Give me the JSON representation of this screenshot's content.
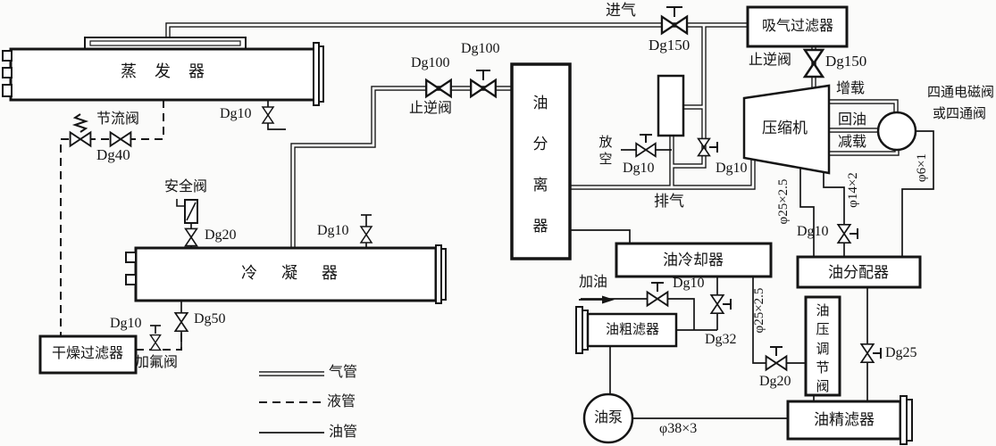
{
  "legend": {
    "gas": "气管",
    "liquid": "液管",
    "oil": "油管"
  },
  "equipment": {
    "evaporator": "蒸发器",
    "condenser": "冷凝器",
    "oil_separator": "油分离器",
    "suction_filter": "吸气过滤器",
    "compressor": "压缩机",
    "oil_cooler": "油冷却器",
    "oil_distributor": "油分配器",
    "oil_pressure_regulator": "油压调节阀",
    "oil_fine_filter": "油精滤器",
    "oil_coarse_filter": "油粗滤器",
    "oil_pump": "油泵",
    "dry_filter": "干燥过滤器",
    "four_way_note_1": "四通电磁阀",
    "four_way_note_2": "或四通阀"
  },
  "flows": {
    "intake": "进气",
    "discharge": "排气",
    "vent": "放空",
    "add_oil": "加油",
    "load_up": "增载",
    "oil_return": "回油",
    "load_down": "减载"
  },
  "valves": {
    "throttle": "节流阀",
    "safety": "安全阀",
    "check_left": "止逆阀",
    "check_right": "止逆阀",
    "charging": "加氟阀"
  },
  "sizes": {
    "dg150_intake": "Dg150",
    "dg150_check": "Dg150",
    "dg100_a": "Dg100",
    "dg100_b": "Dg100",
    "dg40": "Dg40",
    "dg20_safety": "Dg20",
    "dg10_evap": "Dg10",
    "dg10_cond": "Dg10",
    "dg50": "Dg50",
    "dg10_charge": "Dg10",
    "dg10_vent": "Dg10",
    "dg10_vessel": "Dg10",
    "dg10_dist": "Dg10",
    "dg10_bypass": "Dg10",
    "dg32": "Dg32",
    "dg20_oil": "Dg20",
    "dg25": "Dg25",
    "phi6": "φ6×1",
    "phi14": "φ14×2",
    "phi25_comp": "φ25×2.5",
    "phi25_cooler": "φ25×2.5",
    "phi38": "φ38×3"
  }
}
